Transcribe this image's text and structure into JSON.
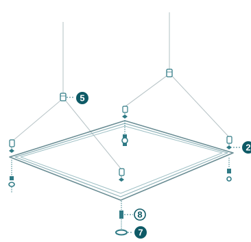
{
  "diagram": {
    "colors": {
      "line": "#b9c5c8",
      "frame_outer": "#6a8d94",
      "frame_inner": "#8fb3b9",
      "part": "#2f7a85",
      "callout_fill": "#0e5a66",
      "callout_text": "#ffffff",
      "light_callout_fill": "#ffffff",
      "light_callout_text": "#0e5a66"
    },
    "callouts": [
      {
        "id": "c5",
        "label": "5",
        "style": "dark"
      },
      {
        "id": "c2",
        "label": "2",
        "style": "dark"
      },
      {
        "id": "c8",
        "label": "8",
        "style": "light"
      },
      {
        "id": "c7",
        "label": "7",
        "style": "dark"
      }
    ]
  }
}
